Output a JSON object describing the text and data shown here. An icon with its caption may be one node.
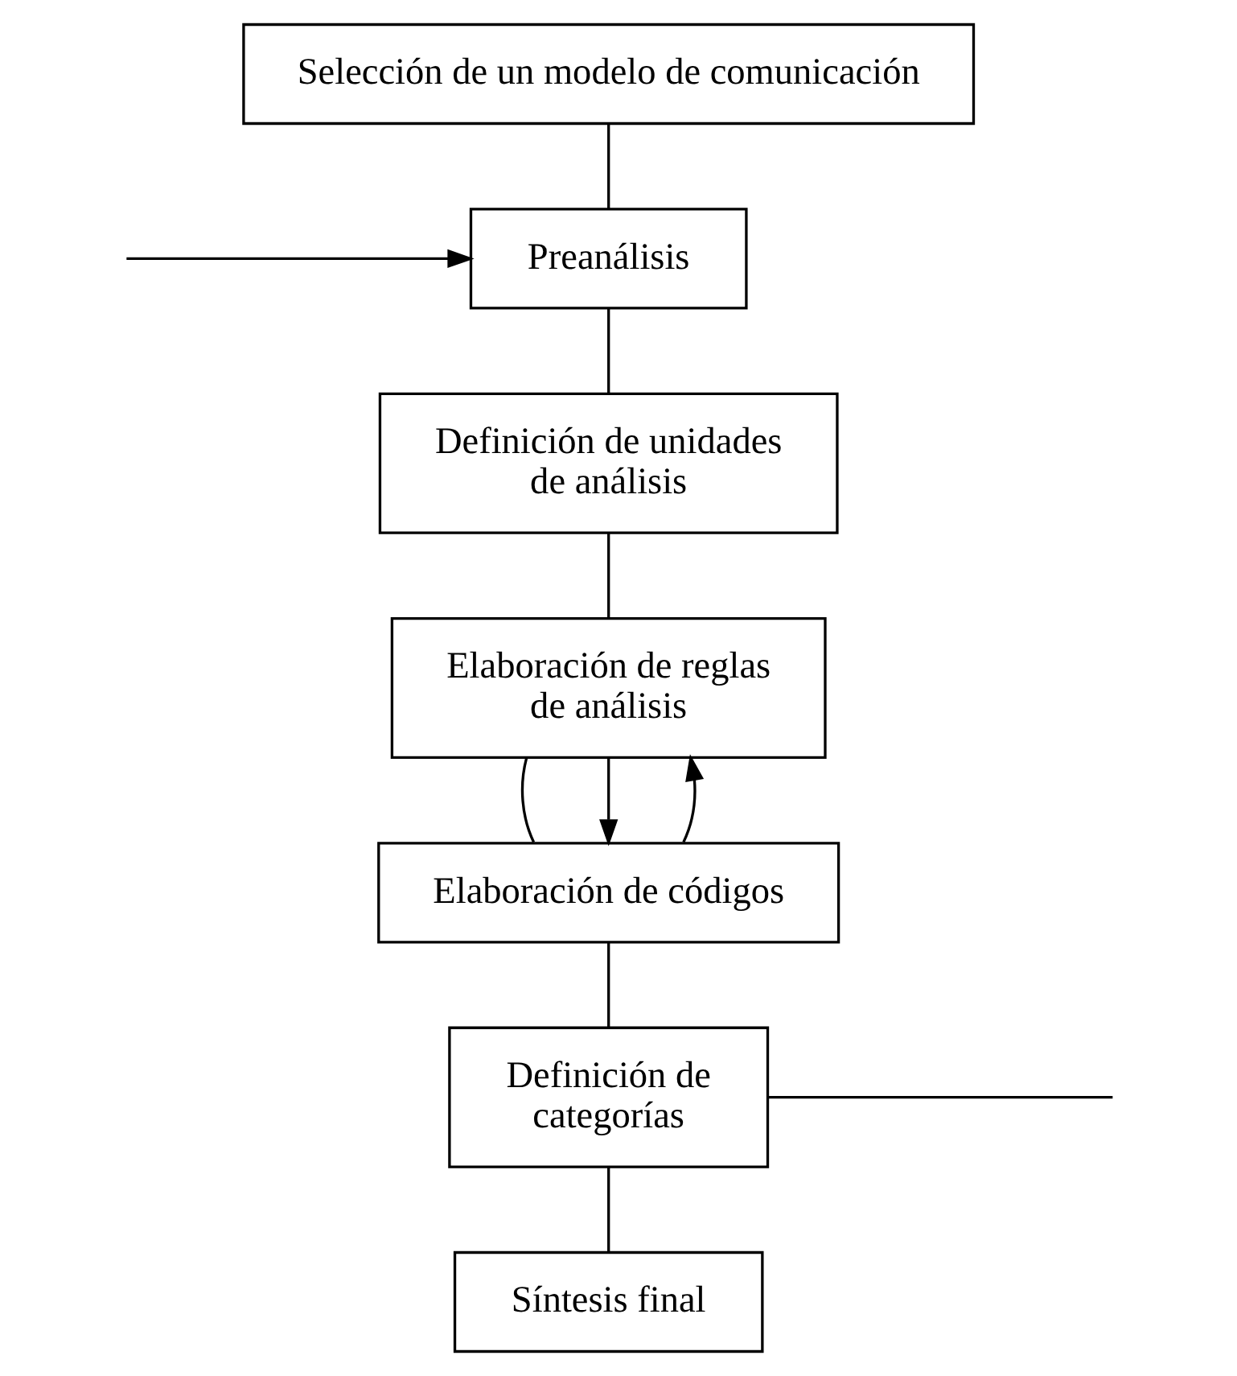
{
  "diagram": {
    "nodes": [
      {
        "text": [
          "Selección de un modelo de comunicación"
        ]
      },
      {
        "text": [
          "Preanálisis"
        ]
      },
      {
        "text": [
          "Definición de unidades de análisis"
        ]
      },
      {
        "text": [
          "Elaboración de reglas de análisis"
        ]
      },
      {
        "text": [
          "Elaboración de códigos"
        ]
      },
      {
        "text": [
          "Definición de categorías"
        ]
      },
      {
        "text": [
          "Síntesis final"
        ]
      }
    ],
    "edges": [
      {
        "from": 0,
        "to": 1,
        "arrow": "none"
      },
      {
        "from": null,
        "to": 1,
        "arrow": "to"
      },
      {
        "from": 1,
        "to": 2,
        "arrow": "none"
      },
      {
        "from": 2,
        "to": 3,
        "arrow": "none"
      },
      {
        "from": 3,
        "to": 4,
        "arrow": "none"
      },
      {
        "from": 3,
        "to": 4,
        "arrow": "to"
      },
      {
        "from": 4,
        "to": 3,
        "arrow": "to"
      },
      {
        "from": 4,
        "to": 5,
        "arrow": "none"
      },
      {
        "from": 5,
        "to": null,
        "arrow": "none"
      },
      {
        "from": 5,
        "to": 6,
        "arrow": "none"
      }
    ]
  }
}
